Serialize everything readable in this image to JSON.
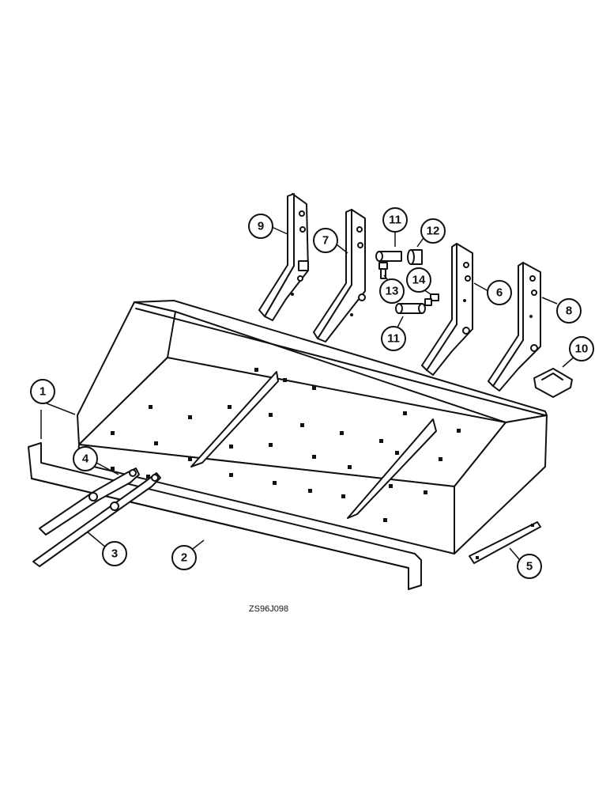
{
  "callouts": [
    {
      "id": "c1",
      "label": "1"
    },
    {
      "id": "c2",
      "label": "2"
    },
    {
      "id": "c3",
      "label": "3"
    },
    {
      "id": "c4",
      "label": "4"
    },
    {
      "id": "c5",
      "label": "5"
    },
    {
      "id": "c6",
      "label": "6"
    },
    {
      "id": "c7",
      "label": "7"
    },
    {
      "id": "c8",
      "label": "8"
    },
    {
      "id": "c9",
      "label": "9"
    },
    {
      "id": "c10",
      "label": "10"
    },
    {
      "id": "c11a",
      "label": "11"
    },
    {
      "id": "c11b",
      "label": "11"
    },
    {
      "id": "c12",
      "label": "12"
    },
    {
      "id": "c13",
      "label": "13"
    },
    {
      "id": "c14",
      "label": "14"
    }
  ],
  "drawing_code": "ZS96J098"
}
